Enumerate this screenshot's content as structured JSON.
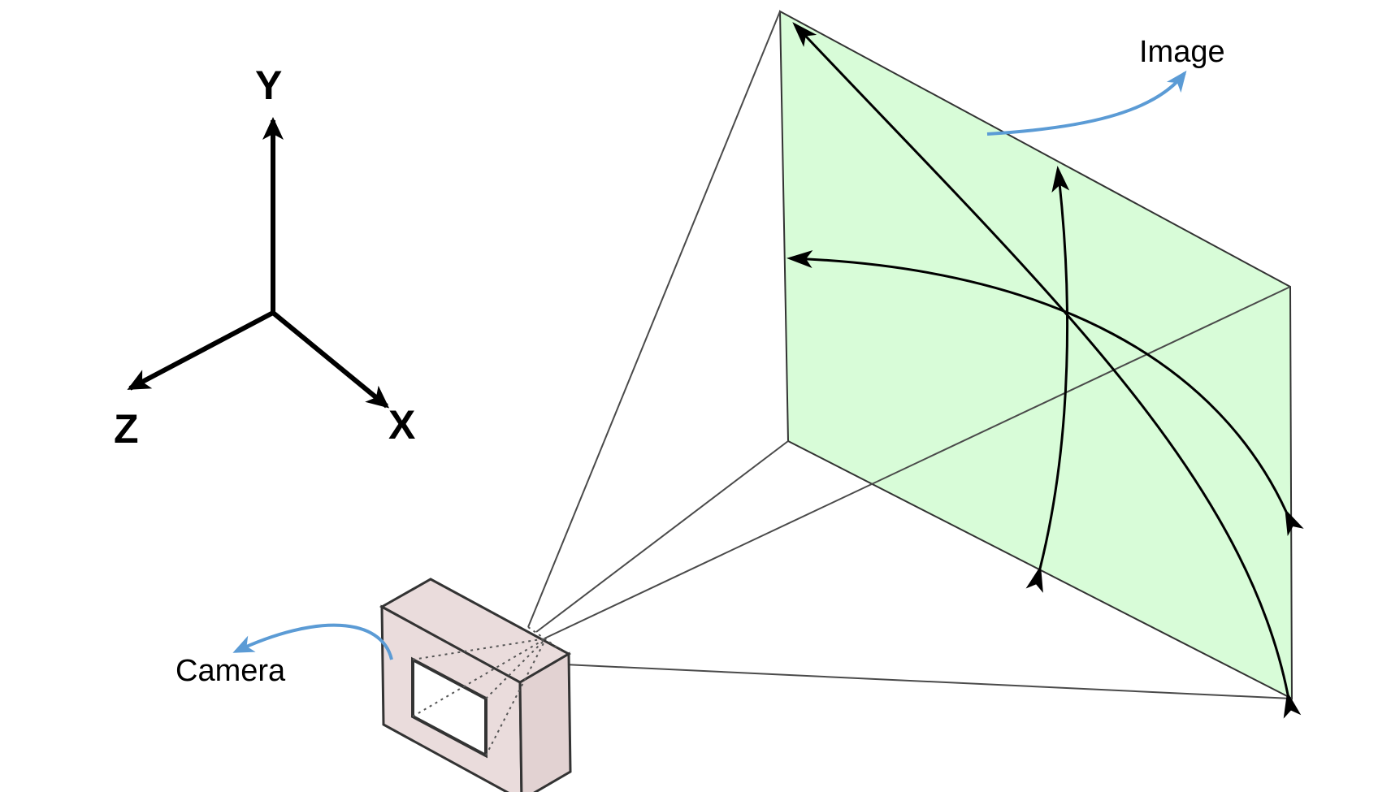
{
  "axes": {
    "y_label": "Y",
    "x_label": "X",
    "z_label": "Z"
  },
  "labels": {
    "image": "Image",
    "camera": "Camera"
  },
  "colors": {
    "image_plane_fill": "#d8fcd8",
    "camera_fill": "#eadcdc",
    "callout_arrow": "#5b9bd5",
    "stroke": "#000000"
  }
}
